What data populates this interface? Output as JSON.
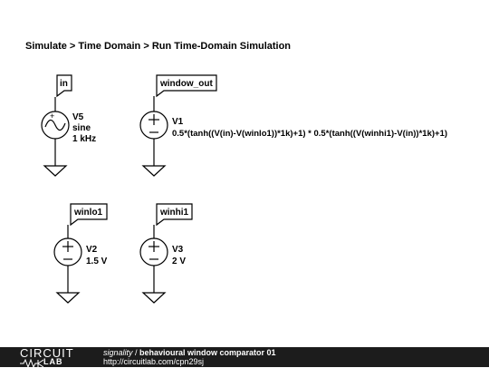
{
  "breadcrumb": {
    "items": [
      "Simulate",
      "Time Domain",
      "Run Time-Domain Simulation"
    ],
    "separator": " > "
  },
  "schematic": {
    "nets": {
      "in": "in",
      "window_out": "window_out",
      "winlo1": "winlo1",
      "winhi1": "winhi1"
    },
    "sources": {
      "v5": {
        "name": "V5",
        "line2": "sine",
        "line3": "1 kHz",
        "type": "sine-source"
      },
      "v1": {
        "name": "V1",
        "expr": "0.5*(tanh((V(in)-V(winlo1))*1k)+1) * 0.5*(tanh((V(winhi1)-V(in))*1k)+1)",
        "type": "dc-source"
      },
      "v2": {
        "name": "V2",
        "value": "1.5 V",
        "type": "dc-source"
      },
      "v3": {
        "name": "V3",
        "value": "2 V",
        "type": "dc-source"
      }
    },
    "colors": {
      "wire": "#000000",
      "label_bg": "#ffffff"
    }
  },
  "footer": {
    "logo_top": "CIRCUIT",
    "logo_bottom": "LAB",
    "user": "signality",
    "slash": " / ",
    "title": "behavioural window comparator 01",
    "url": "http://circuitlab.com/cpn29sj",
    "bg": "#1c1c1c"
  }
}
